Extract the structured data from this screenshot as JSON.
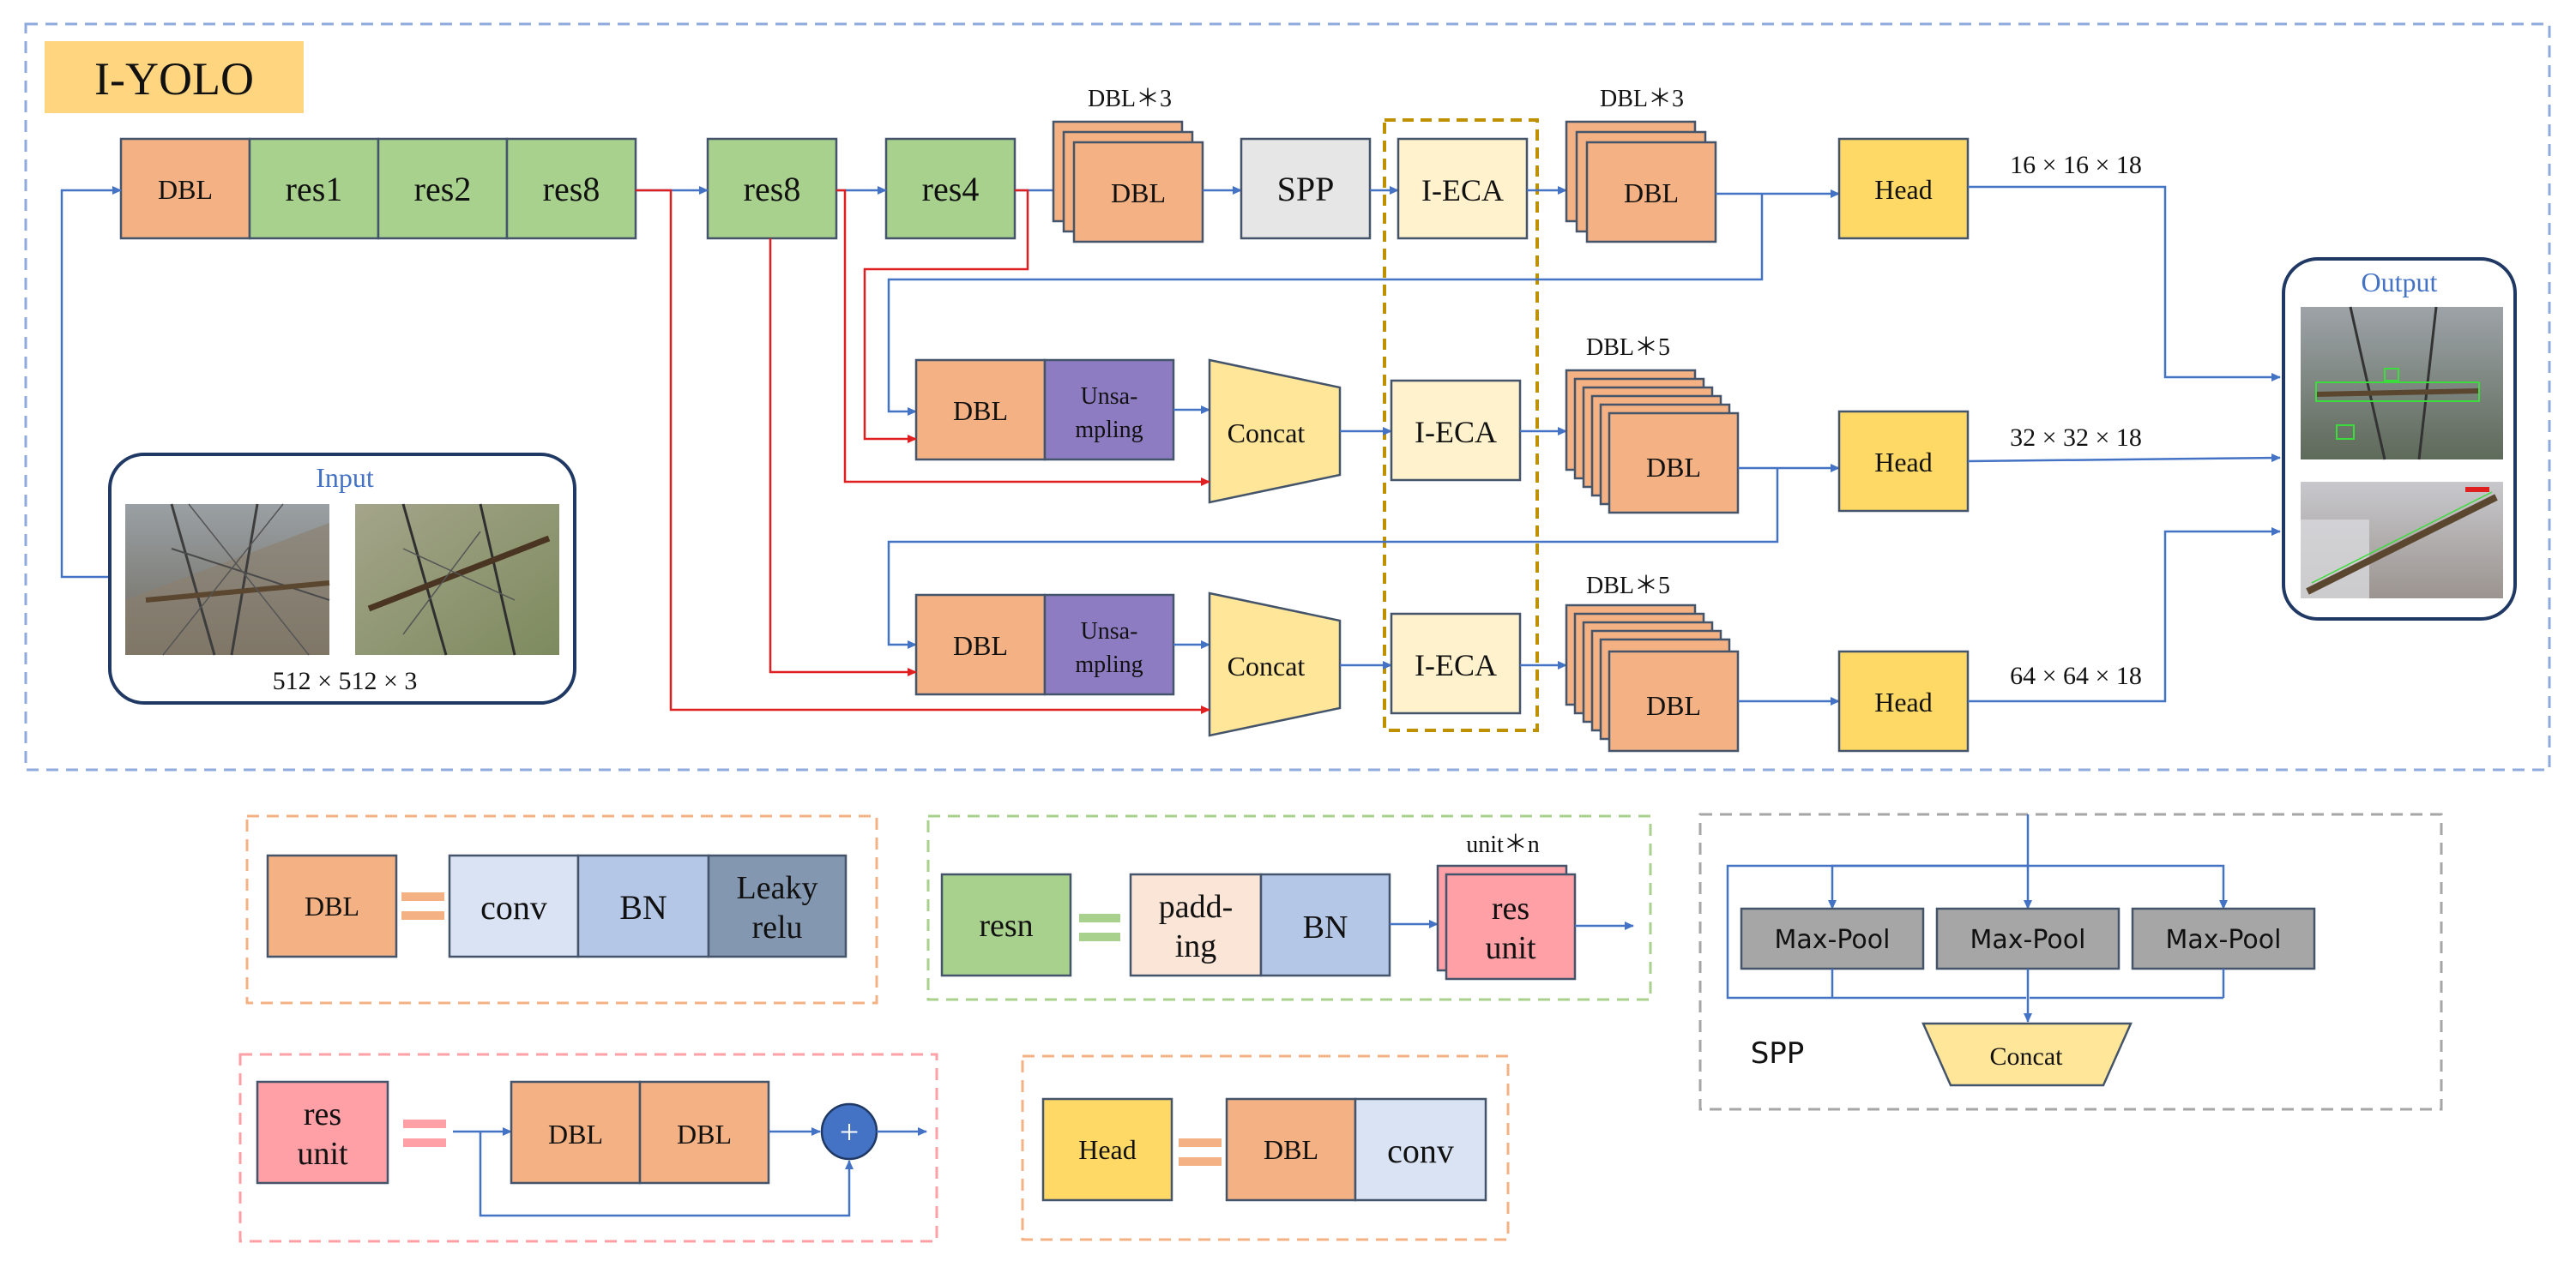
{
  "title": "I-YOLO",
  "colors": {
    "dbl": "#f4b183",
    "res": "#a9d18e",
    "upsample": "#8e7cc3",
    "concat": "#ffe699",
    "ieca": "#fff2cc",
    "spp": "#e7e6e6",
    "head": "#ffd966",
    "conv": "#dae3f3",
    "bn": "#b4c7e7",
    "leaky": "#8497b0",
    "padding": "#fbe5d6",
    "resunit": "#ff9fa6",
    "maxpool": "#a6a6a6",
    "arrow": "#4472c4",
    "red_arrow": "#e02020",
    "title_bg": "#ffd580"
  },
  "backbone": {
    "dbl": "DBL",
    "res1": "res1",
    "res2": "res2",
    "res8a": "res8",
    "res8b": "res8",
    "res4": "res4"
  },
  "top_branch": {
    "dbl3_caption": "DBL＊3",
    "dbl": "DBL",
    "spp": "SPP",
    "ieca": "I-ECA",
    "dbl3_caption_2": "DBL＊3",
    "dbl_2": "DBL",
    "head": "Head",
    "output_size": "16 × 16 × 18"
  },
  "mid_branch": {
    "dbl": "DBL",
    "upsample_1": "Unsa-",
    "upsample_2": "mpling",
    "concat": "Concat",
    "ieca": "I-ECA",
    "dbl5_caption": "DBL＊5",
    "head": "Head",
    "output_size": "32 × 32 × 18"
  },
  "low_branch": {
    "dbl": "DBL",
    "upsample_1": "Unsa-",
    "upsample_2": "mpling",
    "concat": "Concat",
    "ieca": "I-ECA",
    "dbl5_caption": "DBL＊5",
    "head": "Head",
    "output_size": "64 × 64 × 18"
  },
  "input_panel": {
    "title": "Input",
    "size": "512 × 512 × 3"
  },
  "output_panel": {
    "title": "Output"
  },
  "legend_dbl": {
    "lhs": "DBL",
    "conv": "conv",
    "bn": "BN",
    "leaky_1": "Leaky",
    "leaky_2": "relu"
  },
  "legend_resn": {
    "lhs": "resn",
    "padding_1": "padd-",
    "padding_2": "ing",
    "bn": "BN",
    "unit_caption": "unit＊n",
    "unit_1": "res",
    "unit_2": "unit"
  },
  "legend_spp": {
    "pool_1": "Max-Pool",
    "pool_2": "Max-Pool",
    "pool_3": "Max-Pool",
    "concat": "Concat",
    "caption": "SPP"
  },
  "legend_resunit": {
    "lhs_1": "res",
    "lhs_2": "unit",
    "dbl_1": "DBL",
    "dbl_2": "DBL",
    "plus": "+"
  },
  "legend_head": {
    "lhs": "Head",
    "dbl": "DBL",
    "conv": "conv"
  }
}
